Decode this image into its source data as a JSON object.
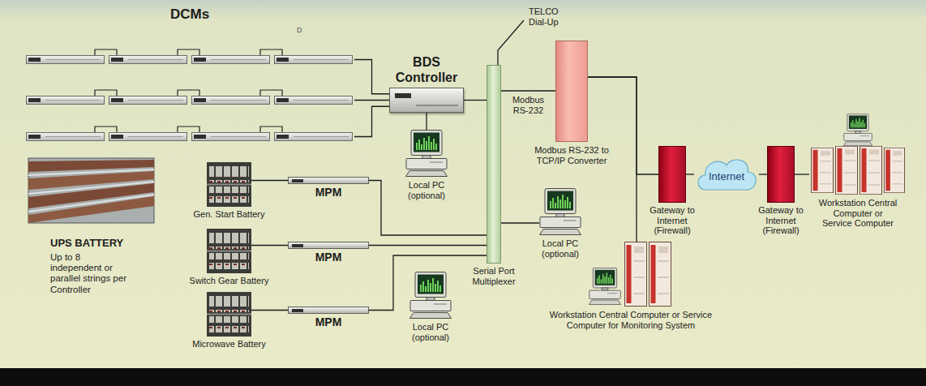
{
  "diagram": {
    "nodes": [
      {
        "text": [
          "DCMs"
        ]
      },
      {
        "text": [
          "BDS Controller"
        ]
      },
      {
        "text": [
          "Local PC (optional)"
        ]
      },
      {
        "text": [
          "UPS BATTERY",
          "Up to 8 independent or parallel strings per Controller"
        ]
      },
      {
        "text": [
          "Gen. Start Battery"
        ]
      },
      {
        "text": [
          "MPM"
        ]
      },
      {
        "text": [
          "Switch Gear Battery"
        ]
      },
      {
        "text": [
          "MPM"
        ]
      },
      {
        "text": [
          "Microwave Battery"
        ]
      },
      {
        "text": [
          "MPM"
        ]
      },
      {
        "text": [
          "Serial Port Multiplexer"
        ]
      },
      {
        "text": [
          "Local PC (optional)"
        ]
      },
      {
        "text": [
          "Local PC (optional)"
        ]
      },
      {
        "text": [
          "Modbus RS-232 to TCP/IP Converter"
        ]
      },
      {
        "text": [
          "Workstation Central Computer or Service Computer for Monitoring System"
        ]
      },
      {
        "text": [
          "Gateway to Internet (Firewall)"
        ]
      },
      {
        "text": [
          "Internet"
        ]
      },
      {
        "text": [
          "Gateway to Internet (Firewall)"
        ]
      },
      {
        "text": [
          "Workstation Central Computer or Service Computer"
        ]
      }
    ],
    "edges": [
      {
        "from": 0,
        "to": 1,
        "arrow": "none"
      },
      {
        "from": 1,
        "to": 2,
        "arrow": "none"
      },
      {
        "from": 1,
        "to": 10,
        "arrow": "none"
      },
      {
        "from": 4,
        "to": 5,
        "arrow": "none"
      },
      {
        "from": 5,
        "to": 10,
        "arrow": "none"
      },
      {
        "from": 6,
        "to": 7,
        "arrow": "none"
      },
      {
        "from": 7,
        "to": 10,
        "arrow": "none"
      },
      {
        "from": 8,
        "to": 9,
        "arrow": "none"
      },
      {
        "from": 9,
        "to": 10,
        "arrow": "none"
      },
      {
        "from": 10,
        "to": 11,
        "arrow": "none"
      },
      {
        "from": 10,
        "to": 13,
        "label": "Modbus RS-232",
        "arrow": "none"
      },
      {
        "from": 13,
        "to": 15,
        "arrow": "none"
      },
      {
        "from": 13,
        "to": 14,
        "arrow": "none"
      },
      {
        "from": 15,
        "to": 16,
        "arrow": "none"
      },
      {
        "from": 16,
        "to": 17,
        "arrow": "none"
      },
      {
        "from": 17,
        "to": 18,
        "arrow": "none"
      }
    ],
    "labels": [
      "D",
      "TELCO Dial-Up"
    ]
  }
}
